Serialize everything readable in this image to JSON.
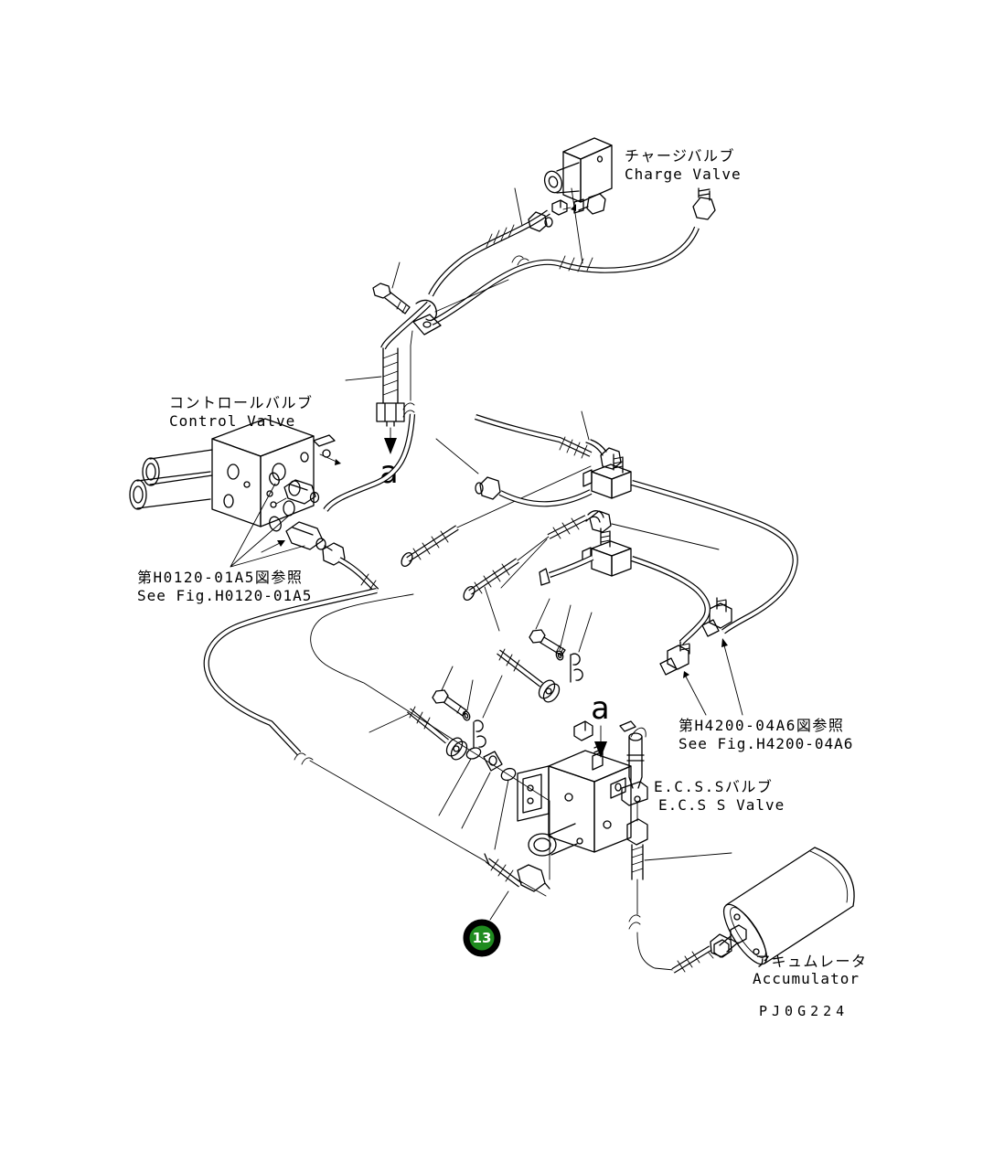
{
  "page": {
    "background": "#ffffff",
    "line_color": "#000000"
  },
  "labels": {
    "charge_valve": {
      "jp": "チャージバルブ",
      "en": "Charge Valve"
    },
    "control_valve": {
      "jp": "コントロールバルブ",
      "en": "Control Valve"
    },
    "ref_h0120": {
      "jp": "第H0120-01A5図参照",
      "en": "See Fig.H0120-01A5"
    },
    "ref_h4200": {
      "jp": "第H4200-04A6図参照",
      "en": "See Fig.H4200-04A6"
    },
    "ecss_valve": {
      "jp": "E.C.S.Sバルブ",
      "en": "E.C.S S Valve"
    },
    "accumulator": {
      "jp": "アキュムレータ",
      "en": "Accumulator"
    },
    "view_a_upper": "a",
    "view_a_lower": "a",
    "drawing_code": "PJ0G224"
  },
  "callout": {
    "number": "13",
    "fill": "#1F8B1F",
    "ring_color": "#000000",
    "number_color": "#FFFFFF"
  }
}
